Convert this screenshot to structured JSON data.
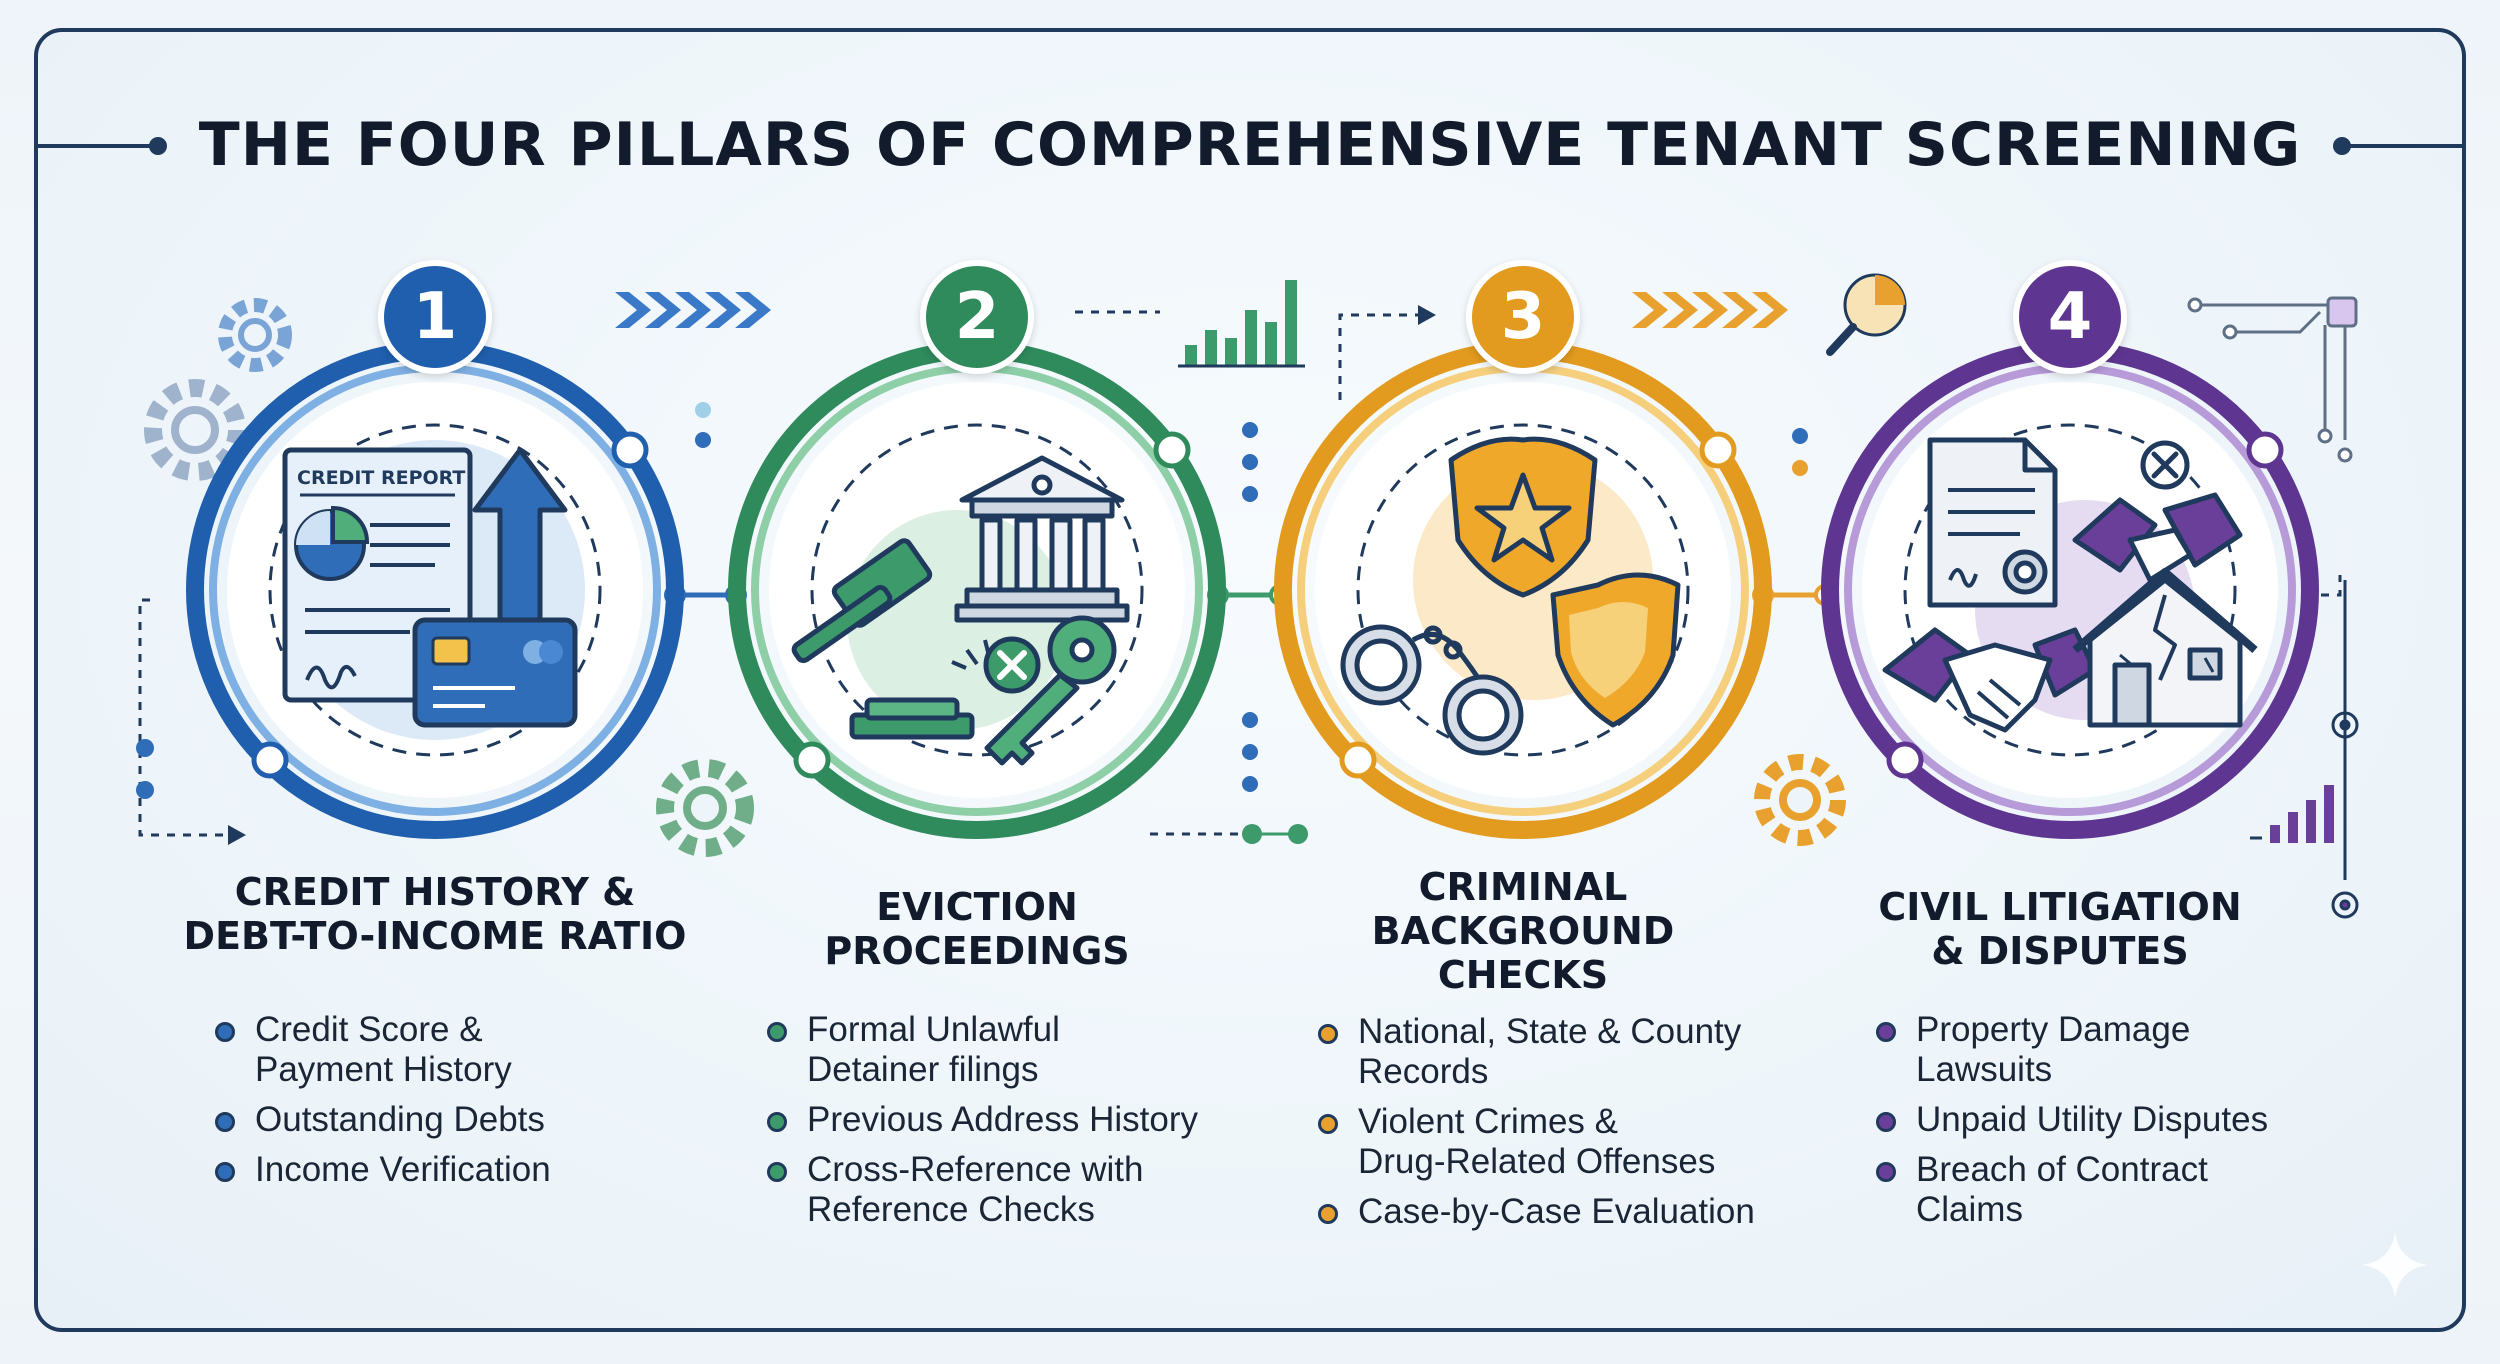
{
  "title": "THE FOUR PILLARS OF COMPREHENSIVE TENANT SCREENING",
  "colors": {
    "navy": "#1f3a5c",
    "blue": "#2f6db8",
    "green": "#3d9a6a",
    "orange": "#e8a12e",
    "purple": "#6a3f9a"
  },
  "pillars": [
    {
      "number": "1",
      "title_lines": [
        "CREDIT HISTORY &",
        "DEBT-TO-INCOME RATIO"
      ],
      "illustration_label": "CREDIT REPORT",
      "icons": [
        "credit-report-icon",
        "pie-chart-icon",
        "up-arrow-icon",
        "credit-card-icon"
      ],
      "bullets": [
        [
          "Credit Score &",
          "Payment History"
        ],
        [
          "Outstanding Debts"
        ],
        [
          "Income Verification"
        ]
      ]
    },
    {
      "number": "2",
      "title_lines": [
        "EVICTION",
        "PROCEEDINGS"
      ],
      "icons": [
        "gavel-icon",
        "courthouse-icon",
        "cancel-icon",
        "key-icon"
      ],
      "bullets": [
        [
          "Formal Unlawful",
          "Detainer filings"
        ],
        [
          "Previous Address History"
        ],
        [
          "Cross-Reference with",
          "Reference Checks"
        ]
      ]
    },
    {
      "number": "3",
      "title_lines": [
        "CRIMINAL",
        "BACKGROUND",
        "CHECKS"
      ],
      "icons": [
        "police-badge-icon",
        "handcuffs-icon",
        "shield-icon"
      ],
      "bullets": [
        [
          "National, State & County",
          "Records"
        ],
        [
          "Violent Crimes &",
          "Drug-Related Offenses"
        ],
        [
          "Case-by-Case Evaluation"
        ]
      ]
    },
    {
      "number": "4",
      "title_lines": [
        "CIVIL LITIGATION",
        "& DISPUTES"
      ],
      "icons": [
        "contract-document-icon",
        "broken-handshake-icon",
        "handshake-icon",
        "damaged-house-icon"
      ],
      "bullets": [
        [
          "Property Damage",
          "Lawsuits"
        ],
        [
          "Unpaid Utility Disputes"
        ],
        [
          "Breach of Contract",
          "Claims"
        ]
      ]
    }
  ]
}
